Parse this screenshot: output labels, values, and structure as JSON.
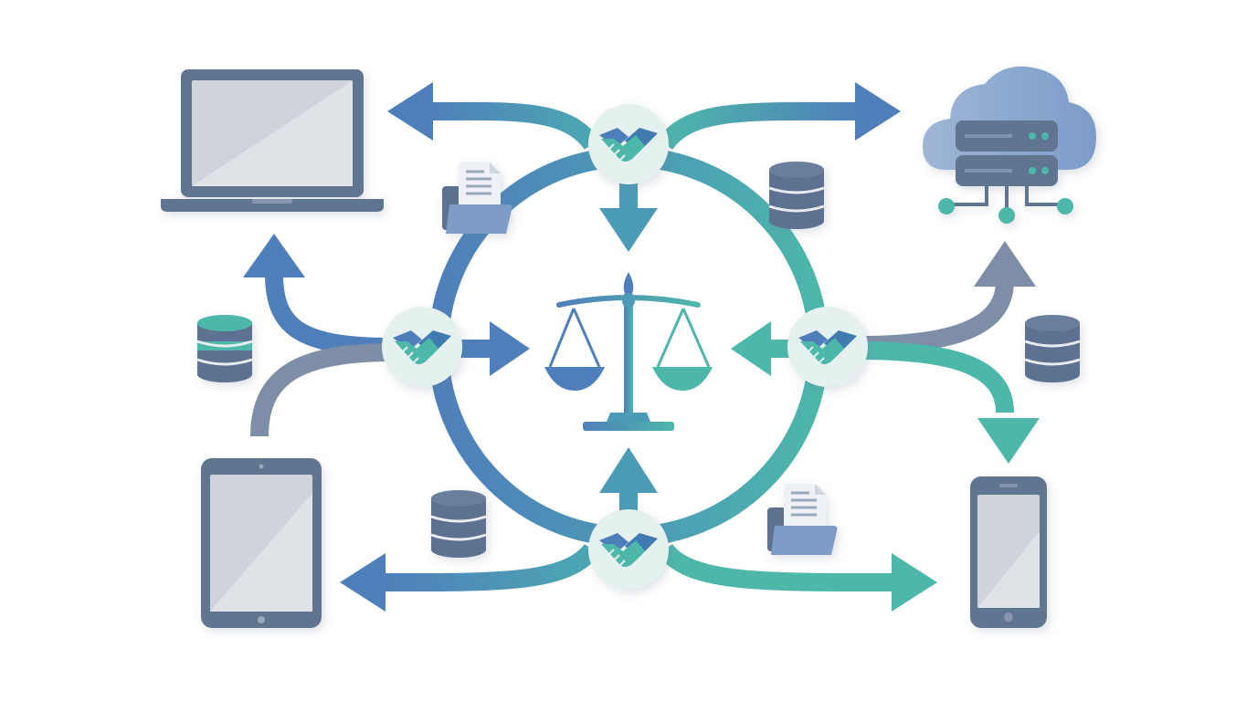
{
  "diagram": {
    "center": "balance-scale",
    "hubs": [
      "handshake",
      "handshake",
      "handshake",
      "handshake"
    ],
    "endpoints": [
      "laptop",
      "cloud-server",
      "tablet",
      "smartphone"
    ],
    "data_stores": [
      "database",
      "database",
      "database",
      "database"
    ],
    "documents": [
      "folder-with-document",
      "folder-with-document"
    ]
  },
  "colors": {
    "blue": "#4f7fba",
    "teal": "#4db7aa",
    "slate": "#7d8ea6",
    "device_frame": "#5f7490",
    "screen": "#cfd3da",
    "hub_fill": "#e4f1ef",
    "database": "#5d7190",
    "database_band": "#4db7aa",
    "folder": "#7d9cc6",
    "background": "#ffffff"
  }
}
